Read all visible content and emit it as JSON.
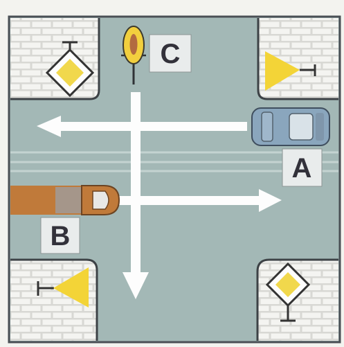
{
  "labels": {
    "a": "A",
    "b": "B",
    "c": "C"
  },
  "vehicles": {
    "a": "car",
    "b": "car",
    "c": "motorcycle"
  },
  "colors": {
    "frame": "#f3f3ef",
    "border": "#4a4f55",
    "road": "#a3b8b6",
    "lane_line": "#c4d3d1",
    "curb": "#3d4246",
    "sidewalk": "#d6d6d2",
    "brick": "#f4f4f1",
    "arrow": "#fdfdfd",
    "priority_sign": "#f1d84c",
    "yield_sign": "#f3d437",
    "car_a": "#8aa6bd",
    "car_b": "#c07a3a",
    "motorcycle": "#f2cf3e",
    "label_box": "#e9ecec",
    "label_text": "#32313a"
  },
  "signs": {
    "top_left": "priority-road",
    "top_right": "yield",
    "bottom_left": "yield",
    "bottom_right": "priority-road"
  }
}
